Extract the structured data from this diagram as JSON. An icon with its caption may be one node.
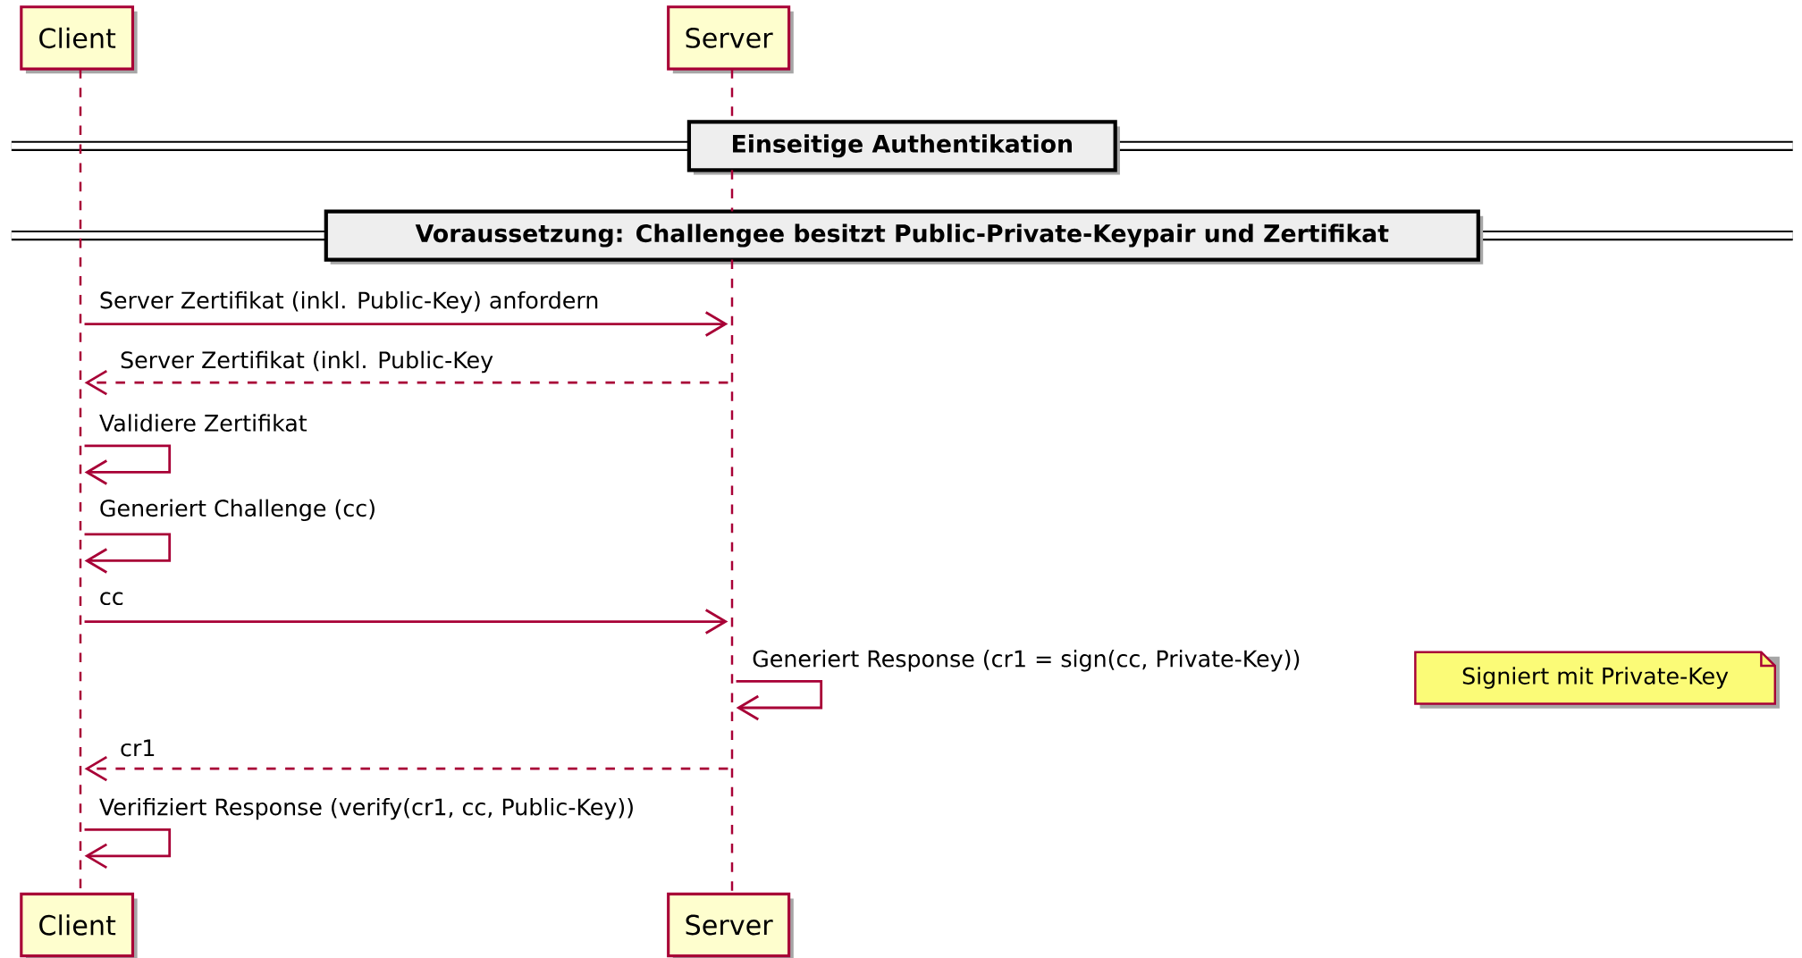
{
  "diagram": {
    "nodes": [
      {
        "text": [
          "Client"
        ]
      },
      {
        "text": [
          "Server"
        ]
      },
      {
        "text": [],
        "shape": "line"
      },
      {
        "text": [],
        "shape": "line"
      },
      {
        "text": [
          "Einseitige Authentikation"
        ]
      },
      {
        "text": [
          "Voraussetzung: Challengee besitzt Public-Private-Keypair und Zertifikat"
        ]
      },
      {
        "text": [
          "Signiert mit Private-Key"
        ]
      },
      {
        "text": [
          "Client"
        ]
      },
      {
        "text": [
          "Server"
        ]
      }
    ],
    "edges": [
      {
        "from": 2,
        "to": 3,
        "arrow": "to",
        "label": "Server Zertifikat (inkl. Public-Key) anfordern"
      },
      {
        "from": 3,
        "to": 2,
        "arrow": "to",
        "label": "Server Zertifikat (inkl. Public-Key",
        "style": "dashed"
      },
      {
        "from": 2,
        "to": 2,
        "arrow": "to",
        "label": "Validiere Zertifikat"
      },
      {
        "from": 2,
        "to": 2,
        "arrow": "to",
        "label": "Generiert Challenge (cc)"
      },
      {
        "from": 2,
        "to": 3,
        "arrow": "to",
        "label": "cc"
      },
      {
        "from": 3,
        "to": 3,
        "arrow": "to",
        "label": "Generiert Response (cr1 = sign(cc, Private-Key))"
      },
      {
        "from": 3,
        "to": 2,
        "arrow": "to",
        "label": "cr1",
        "style": "dashed"
      },
      {
        "from": 2,
        "to": 2,
        "arrow": "to",
        "label": "Verifiziert Response (verify(cr1, cc, Public-Key))"
      }
    ]
  }
}
